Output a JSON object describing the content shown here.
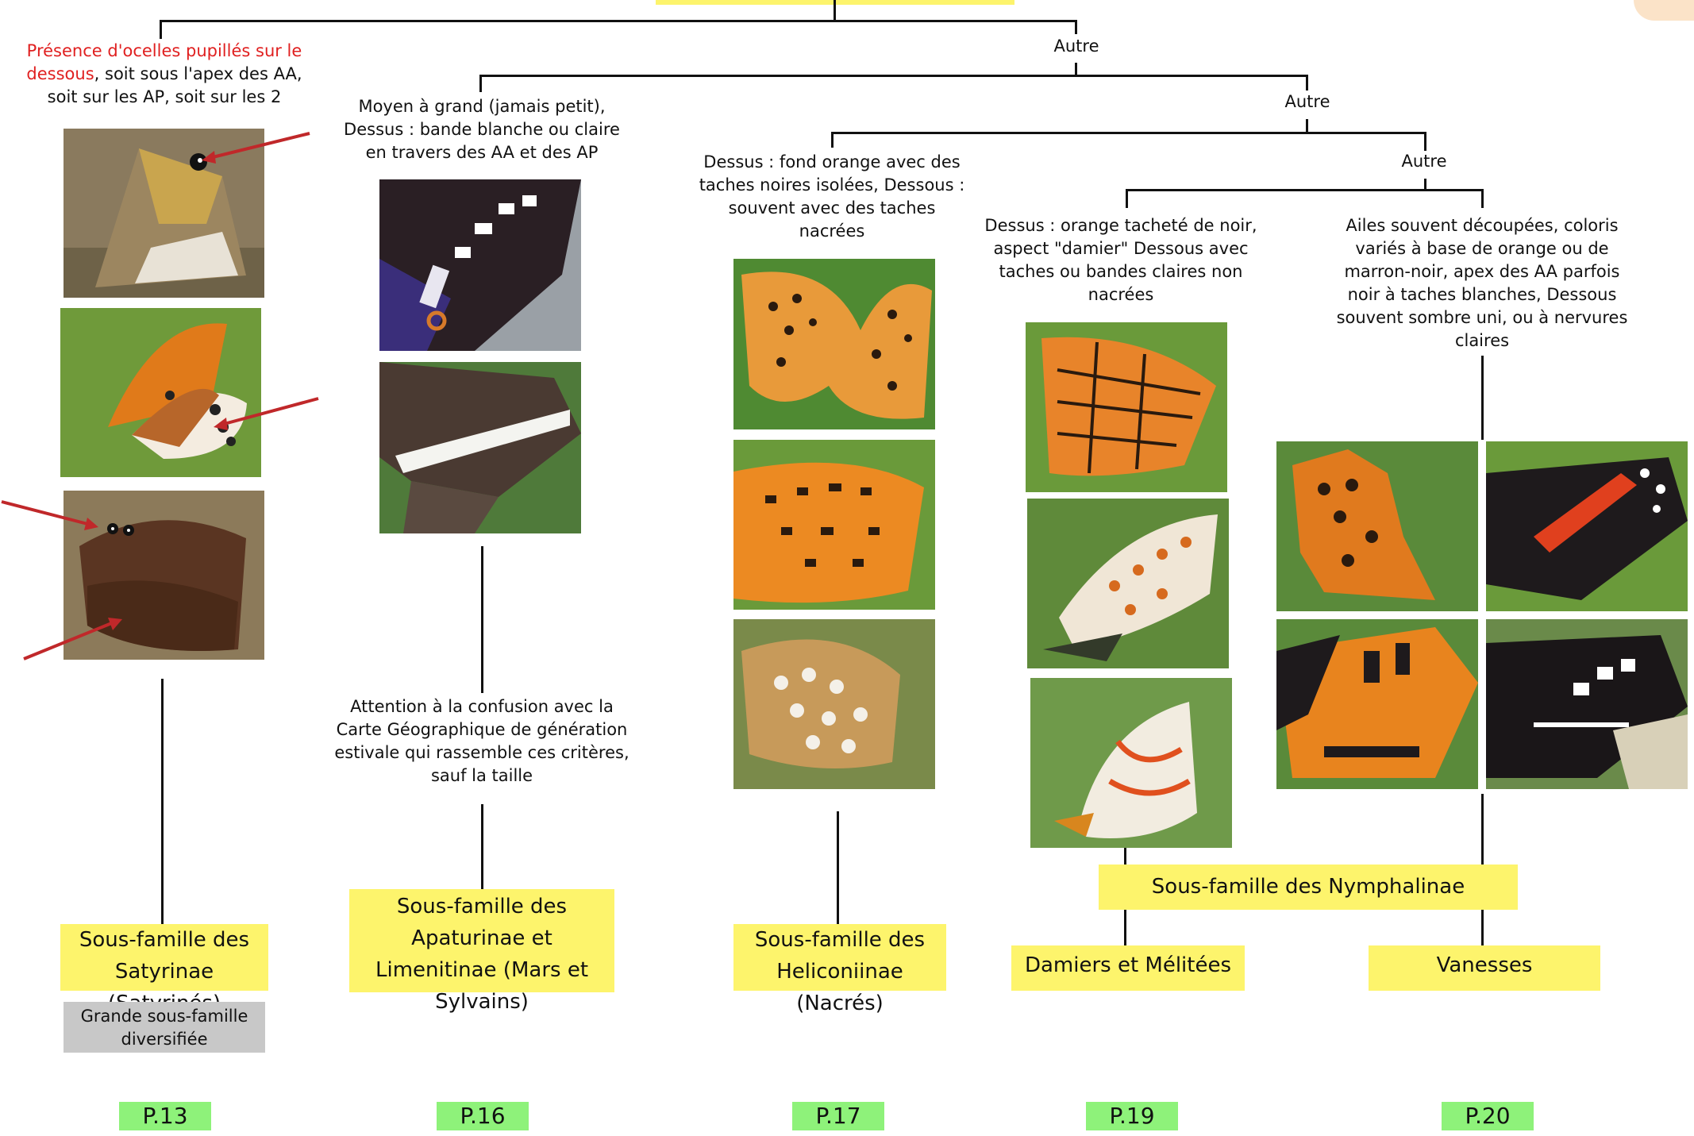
{
  "labels": {
    "autre_1": "Autre",
    "autre_2": "Autre",
    "autre_3": "Autre"
  },
  "criteria": {
    "satyrinae_red": "Présence d'ocelles pupillés sur le dessous",
    "satyrinae_rest": ", soit sous l'apex des AA, soit sur les AP, soit sur les 2",
    "apaturinae": "Moyen à grand (jamais petit), Dessus : bande blanche ou claire en travers des AA et des AP",
    "heliconiinae": "Dessus : fond orange avec des taches noires isolées, Dessous : souvent avec des taches nacrées",
    "damiers": "Dessus : orange tacheté de noir, aspect \"damier\" Dessous avec taches ou bandes claires non nacrées",
    "vanesses": "Ailes souvent découpées, coloris variés à base de orange ou de marron-noir, apex des AA parfois noir à taches blanches, Dessous souvent sombre uni, ou à nervures claires"
  },
  "notes": {
    "apaturinae_warning": "Attention à la confusion avec la Carte Géographique de génération estivale qui rassemble ces critères, sauf la taille",
    "satyrinae_grey": "Grande sous-famille diversifiée"
  },
  "groups": {
    "satyrinae": "Sous-famille des Satyrinae (Satyrinés)",
    "apaturinae": "Sous-famille des Apaturinae et Limenitinae (Mars et Sylvains)",
    "heliconiinae": "Sous-famille des Heliconiinae (Nacrés)",
    "nymphalinae": "Sous-famille des Nymphalinae",
    "damiers": "Damiers et Mélitées",
    "vanesses": "Vanesses"
  },
  "pages": {
    "satyrinae": "P.13",
    "apaturinae": "P.16",
    "heliconiinae": "P.17",
    "damiers": "P.19",
    "vanesses": "P.20"
  },
  "colors": {
    "group_box": "#fdf46c",
    "page_box": "#8ef27a",
    "grey_box": "#c8c8c8",
    "highlight": "#e02020",
    "connector": "#111111"
  }
}
